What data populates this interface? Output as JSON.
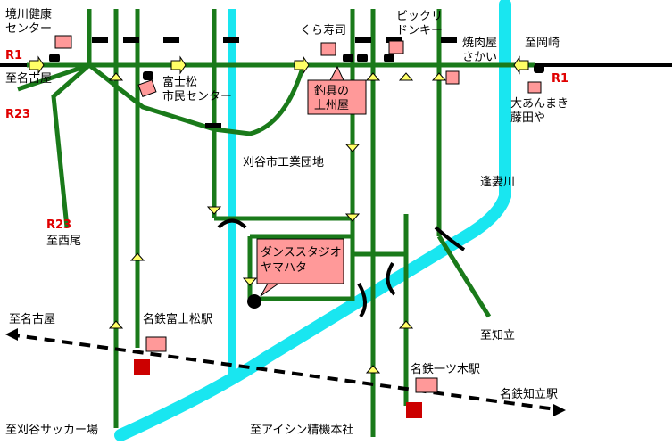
{
  "labels": {
    "sakaigawa": [
      "境川健康",
      "センター"
    ],
    "toyohashi_dir": "至名古屋",
    "r1_left": "R1",
    "r23_left": "R23",
    "r23_south": "R23",
    "nishio_dir": "至西尾",
    "fujimatsu_center": [
      "富士松",
      "市民センター"
    ],
    "kura_sushi": "くら寿司",
    "bikkuri": [
      "ビックリ",
      "ドンキー"
    ],
    "yakiniku": [
      "焼肉屋",
      "さかい"
    ],
    "okazaki_dir": "至岡崎",
    "r1_right": "R1",
    "anmaki": [
      "大あんまき",
      "藤田や"
    ],
    "kariya_industrial": "刈谷市工業団地",
    "aizuma_river": "逢妻川",
    "chiryu_dir": "至知立",
    "nagoya_dir2": "至名古屋",
    "meitetsu_fujimatsu": "名鉄富士松駅",
    "meitetsu_hitotsugi": "名鉄一ツ木駅",
    "meitetsu_chiryu": "名鉄知立駅",
    "kariya_soccer": "至刈谷サッカー場",
    "aisin_hq": "至アイシン精機本社"
  },
  "callouts": {
    "tsurigu": [
      "釣具の",
      "上州屋"
    ],
    "dance_studio": [
      "ダンススタジオ",
      "ヤマハタ"
    ]
  },
  "colors": {
    "road": "#1a7a1a",
    "river": "#19e6f0",
    "rail": "#000000",
    "arrow_fill": "#ffff66",
    "callout_fill": "#ff9999"
  }
}
